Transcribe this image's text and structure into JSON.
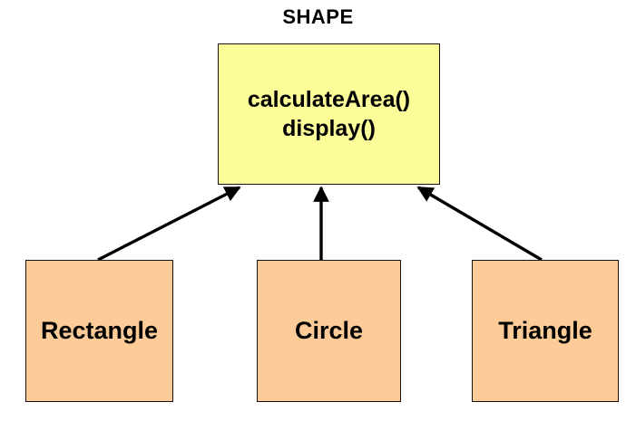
{
  "diagram": {
    "title": "SHAPE",
    "type": "class-inheritance-diagram",
    "parent": {
      "name": "Shape",
      "fill_color": "#fcfc99",
      "border_color": "#1a1208",
      "methods": [
        "calculateArea()",
        "display()"
      ]
    },
    "children": [
      {
        "label": "Rectangle",
        "fill_color": "#fccb97",
        "border_color": "#1a1208"
      },
      {
        "label": "Circle",
        "fill_color": "#fccb97",
        "border_color": "#1a1208"
      },
      {
        "label": "Triangle",
        "fill_color": "#fccb97",
        "border_color": "#1a1208"
      }
    ],
    "connectors": [
      {
        "from": "Rectangle",
        "to": "Shape",
        "style": "solid-line-filled-arrowhead",
        "color": "#000000"
      },
      {
        "from": "Circle",
        "to": "Shape",
        "style": "solid-line-filled-arrowhead",
        "color": "#000000"
      },
      {
        "from": "Triangle",
        "to": "Shape",
        "style": "solid-line-filled-arrowhead",
        "color": "#000000"
      }
    ],
    "background_color": "#ffffff"
  }
}
